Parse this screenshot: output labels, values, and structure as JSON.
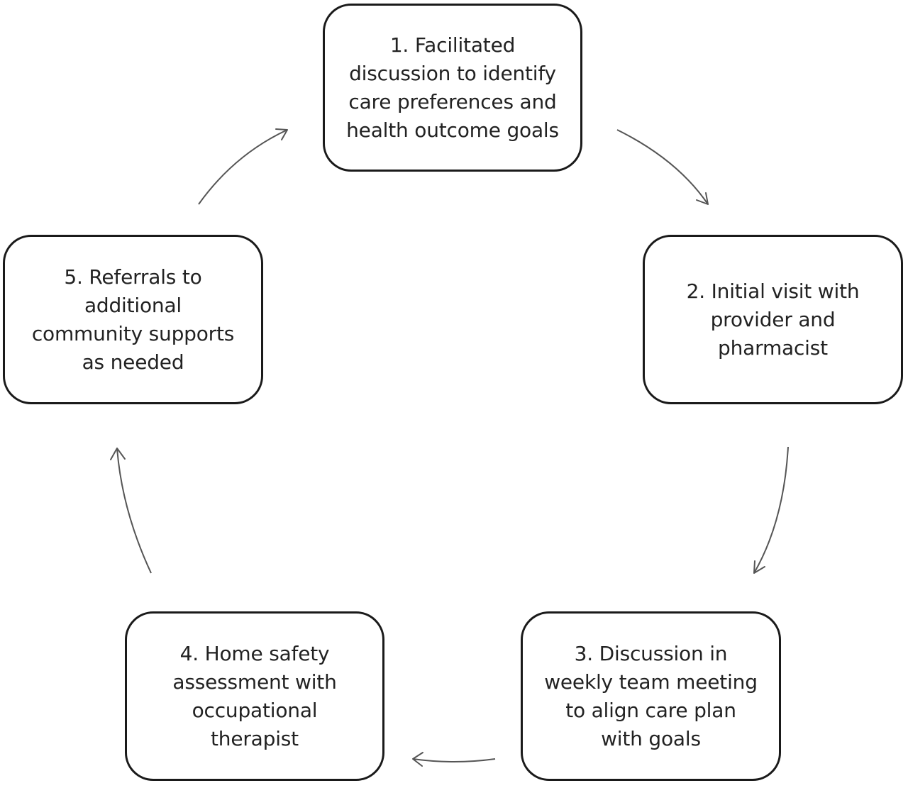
{
  "steps": [
    {
      "label": "1. Facilitated\ndiscussion to identify\ncare preferences and\nhealth outcome goals"
    },
    {
      "label": "2. Initial visit with\nprovider and\npharmacist"
    },
    {
      "label": "3. Discussion in\nweekly team meeting\nto align care plan\nwith goals"
    },
    {
      "label": "4. Home safety\nassessment with\noccupational\ntherapist"
    },
    {
      "label": "5. Referrals to\nadditional\ncommunity supports\nas needed"
    }
  ],
  "colors": {
    "box_border": "#1a1a1a",
    "text": "#222222",
    "arrow": "#555555"
  }
}
